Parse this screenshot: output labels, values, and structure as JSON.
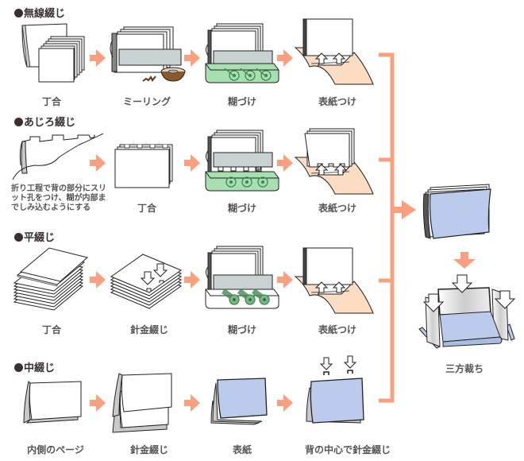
{
  "colors": {
    "arrow": "#fba07e",
    "outline": "#222222",
    "glue_green": "#a8dfb0",
    "roller_green": "#3f8a52",
    "cover_peach": "#fddcc4",
    "cover_blue": "#bccbec",
    "clamp_gray": "#c8d2d2",
    "label_text": "#555555",
    "title_text": "#3a3030"
  },
  "sections": [
    {
      "title": "無線綴じ",
      "steps": [
        {
          "label": "丁合",
          "icon": "stacked-signatures-icon"
        },
        {
          "label": "ミーリング",
          "icon": "milling-icon"
        },
        {
          "label": "糊づけ",
          "icon": "gluing-icon"
        },
        {
          "label": "表紙つけ",
          "icon": "cover-attach-icon"
        }
      ]
    },
    {
      "title": "あじろ綴じ",
      "note": "折り工程で背の部分にスリ\nット孔をつけ、糊が内部ま\nでしみ込むようにする",
      "steps": [
        {
          "label": "",
          "icon": "slit-spine-icon"
        },
        {
          "label": "丁合",
          "icon": "slit-signatures-icon"
        },
        {
          "label": "糊づけ",
          "icon": "gluing-slit-icon"
        },
        {
          "label": "表紙つけ",
          "icon": "cover-attach-slit-icon"
        }
      ]
    },
    {
      "title": "平綴じ",
      "steps": [
        {
          "label": "丁合",
          "icon": "flat-stack-icon"
        },
        {
          "label": "針金綴じ",
          "icon": "side-stitch-icon"
        },
        {
          "label": "糊づけ",
          "icon": "gluing-icon"
        },
        {
          "label": "表紙つけ",
          "icon": "cover-attach-icon"
        }
      ]
    },
    {
      "title": "中綴じ",
      "steps": [
        {
          "label": "内側のページ",
          "icon": "folded-pages-icon"
        },
        {
          "label": "針金綴じ",
          "icon": "nested-folded-icon"
        },
        {
          "label": "表紙",
          "icon": "cover-folded-icon"
        },
        {
          "label": "背の中心で針金綴じ",
          "icon": "saddle-stitch-icon"
        }
      ]
    }
  ],
  "final": {
    "label": "三方裁ち",
    "icons": [
      "bound-book-icon",
      "three-side-trim-icon"
    ]
  }
}
